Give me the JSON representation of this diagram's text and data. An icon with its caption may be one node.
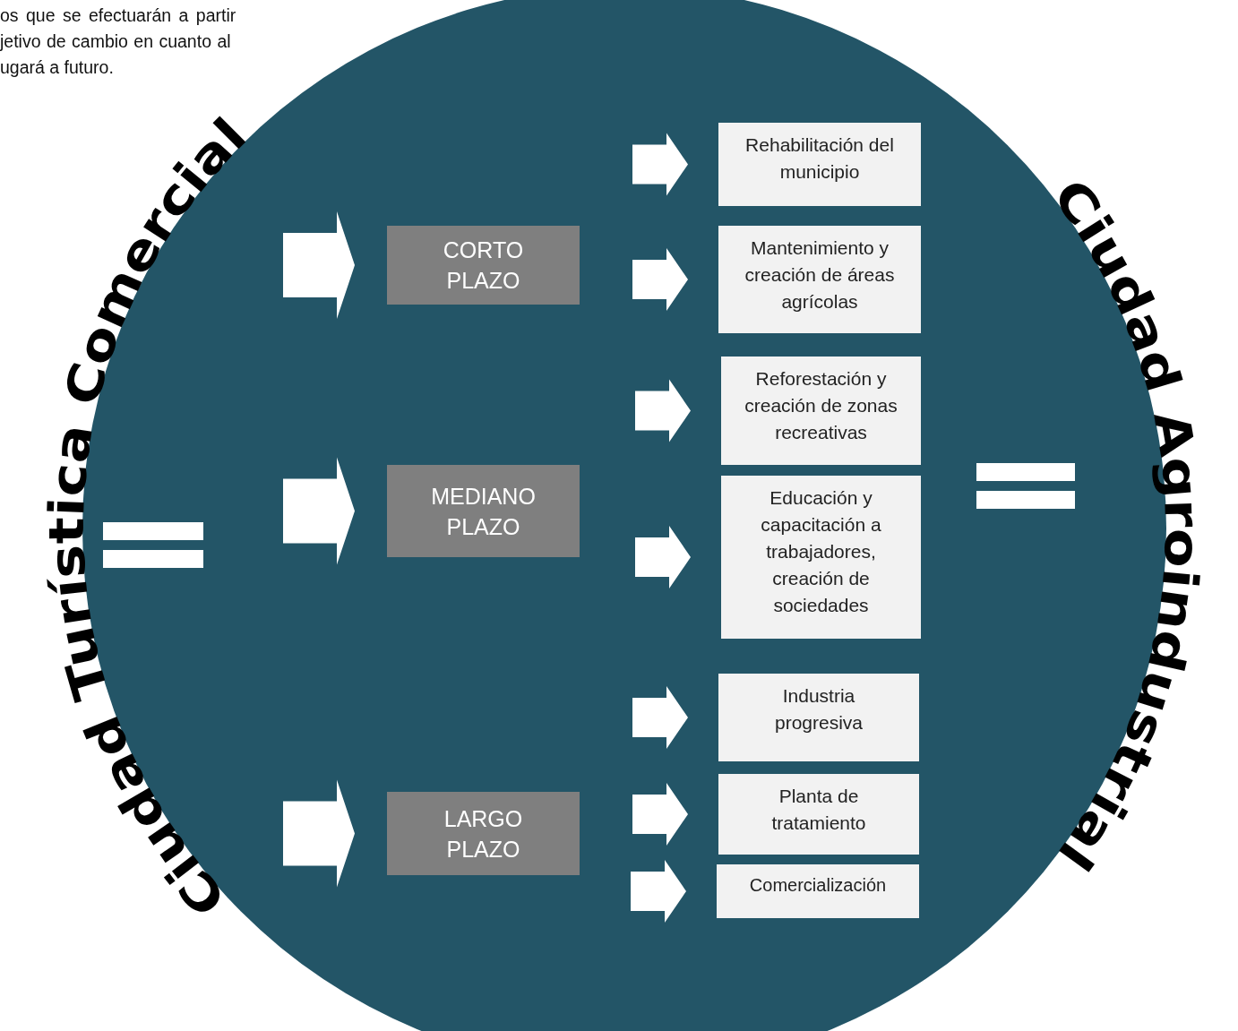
{
  "diagram": {
    "nodes": [
      {
        "text": [
          "Ciudad Turística Comercial",
          "Ciudad Agroindustrial"
        ]
      },
      {
        "text": [
          "CORTO PLAZO"
        ],
        "in": 0
      },
      {
        "text": [
          "MEDIANO PLAZO"
        ],
        "in": 0
      },
      {
        "text": [
          "LARGO PLAZO"
        ],
        "in": 0
      },
      {
        "text": [
          "Rehabilitación del municipio"
        ],
        "in": 0
      },
      {
        "text": [
          "Mantenimiento y creación de áreas agrícolas"
        ],
        "in": 0
      },
      {
        "text": [
          "Reforestación y creación de zonas recreativas"
        ],
        "in": 0
      },
      {
        "text": [
          "Educación y capacitación a trabajadores, creación de sociedades"
        ],
        "in": 0
      },
      {
        "text": [
          "Industria progresiva"
        ],
        "in": 0
      },
      {
        "text": [
          "Planta de tratamiento"
        ],
        "in": 0
      },
      {
        "text": [
          "Comercialización"
        ],
        "in": 0
      }
    ],
    "edges": [
      {
        "from": null,
        "to": 1,
        "arrow": "to"
      },
      {
        "from": null,
        "to": 2,
        "arrow": "to"
      },
      {
        "from": null,
        "to": 3,
        "arrow": "to"
      },
      {
        "from": null,
        "to": 4,
        "arrow": "to"
      },
      {
        "from": null,
        "to": 5,
        "arrow": "to"
      },
      {
        "from": null,
        "to": 6,
        "arrow": "to"
      },
      {
        "from": null,
        "to": 7,
        "arrow": "to"
      },
      {
        "from": null,
        "to": 8,
        "arrow": "to"
      },
      {
        "from": null,
        "to": 9,
        "arrow": "to"
      },
      {
        "from": null,
        "to": 10,
        "arrow": "to"
      }
    ],
    "labels": [
      "os que se efectuarán a partir",
      "jetivo de cambio en cuanto al",
      "ugará a futuro."
    ]
  }
}
